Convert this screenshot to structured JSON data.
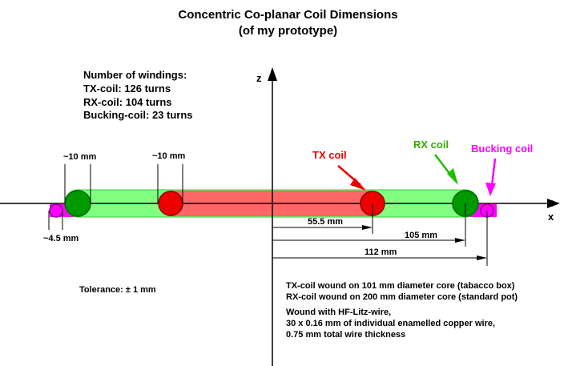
{
  "title": {
    "line1": "Concentric Co-planar Coil Dimensions",
    "line2": "(of my prototype)"
  },
  "windings": {
    "heading": "Number of windings:",
    "tx": "TX-coil: 126 turns",
    "rx": "RX-coil: 104 turns",
    "bucking": "Bucking-coil: 23 turns"
  },
  "axes": {
    "z_label": "z",
    "x_label": "x"
  },
  "coils": {
    "tx": {
      "label": "TX coil",
      "color": "#ee0000",
      "band_color": "#ff6666"
    },
    "rx": {
      "label": "RX coil",
      "color": "#009900",
      "band_color": "#80ff80",
      "label_color": "#33aa00"
    },
    "bucking": {
      "label": "Bucking coil",
      "color": "#ff00ff"
    }
  },
  "dimensions": {
    "rx_thickness": "~10 mm",
    "tx_thickness": "~10 mm",
    "bucking_thickness": "~4.5 mm",
    "tx_radius": "55.5 mm",
    "rx_radius": "105 mm",
    "bucking_radius": "112 mm"
  },
  "tolerance": "Tolerance: ± 1 mm",
  "notes": {
    "tx_core": "TX-coil wound on 101 mm diameter core (tabacco box)",
    "rx_core": "RX-coil wound on 200 mm diameter core (standard pot)",
    "wire1": "Wound with HF-Litz-wire,",
    "wire2": "30 x 0.16 mm of individual enamelled copper wire,",
    "wire3": "0.75 mm total wire thickness"
  }
}
